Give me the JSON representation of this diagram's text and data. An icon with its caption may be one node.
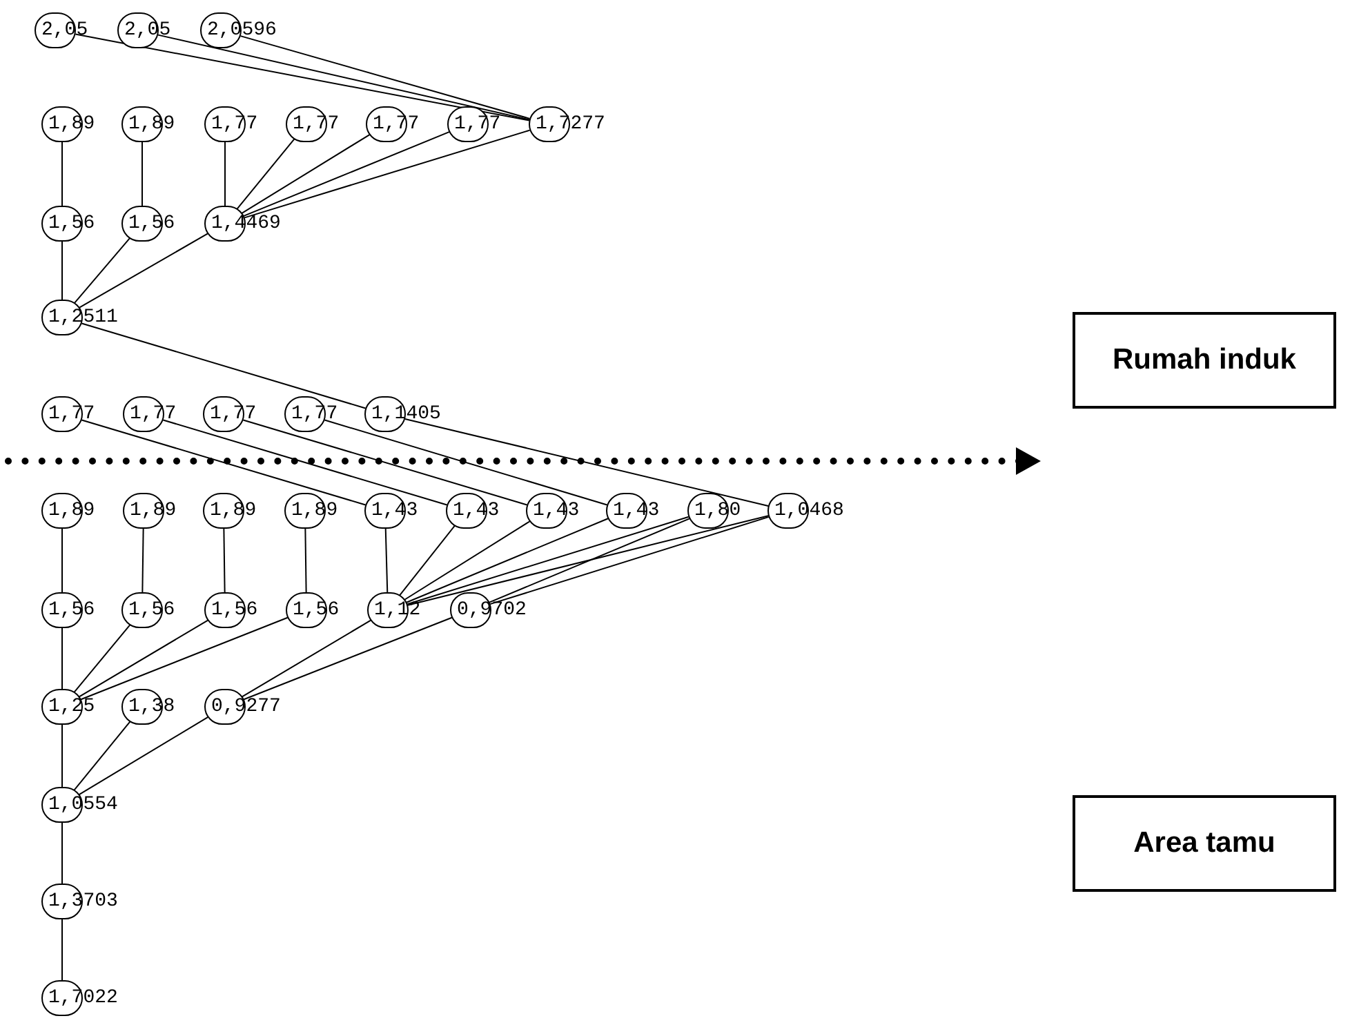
{
  "diagram": {
    "nodes": [
      {
        "text": [
          "2,05"
        ]
      },
      {
        "text": [
          "2,05"
        ]
      },
      {
        "text": [
          "2,0596"
        ]
      },
      {
        "text": [
          "1,89"
        ]
      },
      {
        "text": [
          "1,89"
        ]
      },
      {
        "text": [
          "1,77"
        ]
      },
      {
        "text": [
          "1,77"
        ]
      },
      {
        "text": [
          "1,77"
        ]
      },
      {
        "text": [
          "1,77"
        ]
      },
      {
        "text": [
          "1,7277"
        ]
      },
      {
        "text": [
          "1,56"
        ]
      },
      {
        "text": [
          "1,56"
        ]
      },
      {
        "text": [
          "1,4469"
        ]
      },
      {
        "text": [
          "1,2511"
        ]
      },
      {
        "text": [
          "1,77"
        ]
      },
      {
        "text": [
          "1,77"
        ]
      },
      {
        "text": [
          "1,77"
        ]
      },
      {
        "text": [
          "1,77"
        ]
      },
      {
        "text": [
          "1,1405"
        ]
      },
      {
        "text": [
          "1,89"
        ]
      },
      {
        "text": [
          "1,89"
        ]
      },
      {
        "text": [
          "1,89"
        ]
      },
      {
        "text": [
          "1,89"
        ]
      },
      {
        "text": [
          "1,43"
        ]
      },
      {
        "text": [
          "1,43"
        ]
      },
      {
        "text": [
          "1,43"
        ]
      },
      {
        "text": [
          "1,43"
        ]
      },
      {
        "text": [
          "1,80"
        ]
      },
      {
        "text": [
          "1,0468"
        ]
      },
      {
        "text": [
          "1,56"
        ]
      },
      {
        "text": [
          "1,56"
        ]
      },
      {
        "text": [
          "1,56"
        ]
      },
      {
        "text": [
          "1,56"
        ]
      },
      {
        "text": [
          "1,12"
        ]
      },
      {
        "text": [
          "0,9702"
        ]
      },
      {
        "text": [
          "1,25"
        ]
      },
      {
        "text": [
          "1,38"
        ]
      },
      {
        "text": [
          "0,9277"
        ]
      },
      {
        "text": [
          "1,0554"
        ]
      },
      {
        "text": [
          "1,3703"
        ]
      },
      {
        "text": [
          "1,7022"
        ]
      },
      {
        "text": [
          "Rumah induk"
        ]
      },
      {
        "text": [
          "Area tamu"
        ]
      }
    ],
    "edges": [
      {
        "from": 0,
        "to": 9,
        "arrow": "none"
      },
      {
        "from": 1,
        "to": 9,
        "arrow": "none"
      },
      {
        "from": 2,
        "to": 9,
        "arrow": "none"
      },
      {
        "from": 3,
        "to": 10,
        "arrow": "none"
      },
      {
        "from": 4,
        "to": 11,
        "arrow": "none"
      },
      {
        "from": 5,
        "to": 12,
        "arrow": "none"
      },
      {
        "from": 6,
        "to": 12,
        "arrow": "none"
      },
      {
        "from": 7,
        "to": 12,
        "arrow": "none"
      },
      {
        "from": 8,
        "to": 12,
        "arrow": "none"
      },
      {
        "from": 9,
        "to": 12,
        "arrow": "none"
      },
      {
        "from": 10,
        "to": 13,
        "arrow": "none"
      },
      {
        "from": 11,
        "to": 13,
        "arrow": "none"
      },
      {
        "from": 12,
        "to": 13,
        "arrow": "none"
      },
      {
        "from": 13,
        "to": 18,
        "arrow": "none"
      },
      {
        "from": 14,
        "to": 23,
        "arrow": "none"
      },
      {
        "from": 15,
        "to": 24,
        "arrow": "none"
      },
      {
        "from": 16,
        "to": 25,
        "arrow": "none"
      },
      {
        "from": 17,
        "to": 26,
        "arrow": "none"
      },
      {
        "from": 18,
        "to": 28,
        "arrow": "none"
      },
      {
        "from": 19,
        "to": 29,
        "arrow": "none"
      },
      {
        "from": 20,
        "to": 30,
        "arrow": "none"
      },
      {
        "from": 21,
        "to": 31,
        "arrow": "none"
      },
      {
        "from": 22,
        "to": 32,
        "arrow": "none"
      },
      {
        "from": 23,
        "to": 33,
        "arrow": "none"
      },
      {
        "from": 24,
        "to": 33,
        "arrow": "none"
      },
      {
        "from": 25,
        "to": 33,
        "arrow": "none"
      },
      {
        "from": 26,
        "to": 33,
        "arrow": "none"
      },
      {
        "from": 27,
        "to": 33,
        "arrow": "none"
      },
      {
        "from": 28,
        "to": 33,
        "arrow": "none"
      },
      {
        "from": 27,
        "to": 34,
        "arrow": "none"
      },
      {
        "from": 28,
        "to": 34,
        "arrow": "none"
      },
      {
        "from": 29,
        "to": 35,
        "arrow": "none"
      },
      {
        "from": 30,
        "to": 35,
        "arrow": "none"
      },
      {
        "from": 31,
        "to": 35,
        "arrow": "none"
      },
      {
        "from": 32,
        "to": 35,
        "arrow": "none"
      },
      {
        "from": 33,
        "to": 37,
        "arrow": "none"
      },
      {
        "from": 34,
        "to": 37,
        "arrow": "none"
      },
      {
        "from": 35,
        "to": 38,
        "arrow": "none"
      },
      {
        "from": 36,
        "to": 38,
        "arrow": "none"
      },
      {
        "from": 37,
        "to": 38,
        "arrow": "none"
      },
      {
        "from": 38,
        "to": 39,
        "arrow": "none"
      },
      {
        "from": 39,
        "to": 40,
        "arrow": "none"
      }
    ]
  }
}
